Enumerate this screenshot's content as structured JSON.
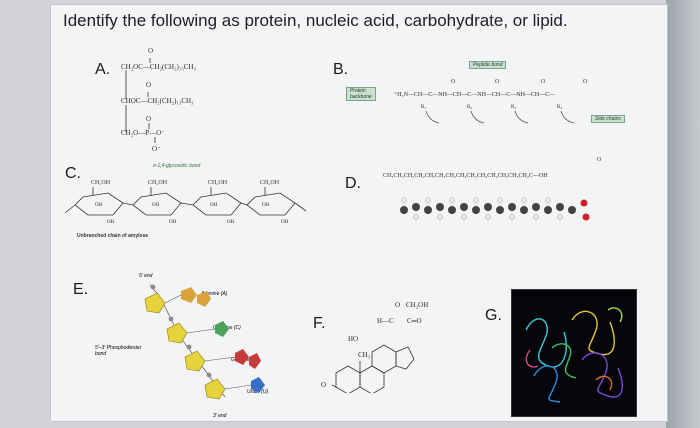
{
  "title": "Identify the following as protein, nucleic acid, carbohydrate, or lipid.",
  "letters": {
    "a": "A.",
    "b": "B.",
    "c": "C.",
    "d": "D.",
    "e": "E.",
    "f": "F.",
    "g": "G."
  },
  "panel_a": {
    "row1": "CH₂OC—CH₂(CH₂)₁₅CH₃",
    "row2": "CHOC—CH₂(CH₂)₁₃CH₃",
    "row3": "CH₂O—P—O⁻",
    "row4": "O⁻",
    "o1": "O",
    "o2": "O",
    "o3": "O"
  },
  "panel_b": {
    "peptide_bond": "Peptide bond",
    "backbone": "Protein backbone",
    "chain": "⁺H₃N—CH—C—NH—CH—C—NH—CH—C—NH—CH—C—",
    "side_chains": "Side chains",
    "r_groups": [
      "R₁",
      "R₂",
      "R₃",
      "R₄"
    ],
    "o_label": "O"
  },
  "panel_c": {
    "bond_label": "α-1,4-glycosidic bond",
    "ch2oh": "CH₂OH",
    "oh": "OH",
    "o": "O",
    "caption": "Unbranched chain of amylose"
  },
  "panel_d": {
    "formula": "CH₃CH₂CH₂CH₂CH₂CH₂CH₂CH₂CH₂CH₂CH₂CH₂CH₂CH₂C—OH",
    "o_label": "O"
  },
  "panel_e": {
    "prime5_top": "5′ end",
    "prime3_bottom": "3′ end",
    "adenine": "Adenine (A)",
    "cytosine": "Cytosine (C)",
    "guanine": "Guanine (G)",
    "uracil": "Uracil (U)",
    "phosphodiester": "5′–3′ Phosphodiester bond"
  },
  "panel_f": {
    "top_o": "O",
    "ch2oh": "CH₂OH",
    "hc": "H—C",
    "co": "C═O",
    "ho": "HO",
    "ch3": "CH₃",
    "bottom_o": "O"
  },
  "colors": {
    "adenine": "#d9a23a",
    "cytosine": "#4aa35a",
    "guanine": "#c63a3a",
    "uracil": "#3a6fc6",
    "sugar": "#e6d23a",
    "phosphate": "#8a8a8a"
  }
}
